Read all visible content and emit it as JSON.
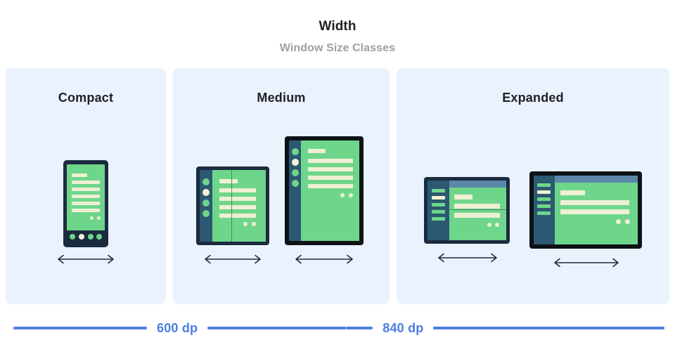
{
  "header": {
    "title": "Width",
    "subtitle": "Window Size Classes"
  },
  "panels": [
    {
      "id": "compact",
      "label": "Compact"
    },
    {
      "id": "medium",
      "label": "Medium"
    },
    {
      "id": "expanded",
      "label": "Expanded"
    }
  ],
  "devices": {
    "compact_phone": {
      "name": "phone-portrait",
      "arrow": "width-arrow"
    },
    "medium_foldable": {
      "name": "foldable-portrait",
      "arrow": "width-arrow"
    },
    "medium_tablet": {
      "name": "tablet-portrait",
      "arrow": "width-arrow"
    },
    "expanded_foldable": {
      "name": "foldable-landscape",
      "arrow": "width-arrow"
    },
    "expanded_tablet": {
      "name": "tablet-landscape",
      "arrow": "width-arrow"
    }
  },
  "scale": {
    "breakpoints": [
      {
        "label": "600 dp"
      },
      {
        "label": "840 dp"
      }
    ]
  },
  "colors": {
    "panel_background": "#eaf2fd",
    "page_background": "#ffffff",
    "title_text": "#202124",
    "subtitle_text": "#9aa0a6",
    "accent_blue": "#4a7ee0",
    "device_bezel_navy": "#1b2b3f",
    "device_bezel_black": "#0e1116",
    "screen_green": "#6ed68b",
    "sidebar_blue": "#2c5871",
    "topbar_blue": "#5b87a8",
    "content_cream": "#eef0d4"
  }
}
